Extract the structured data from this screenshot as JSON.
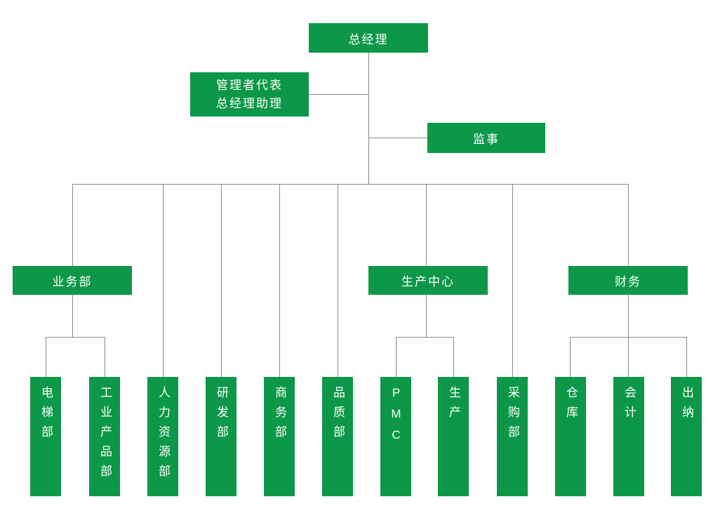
{
  "colors": {
    "node_green": "#0d9748",
    "connector_gray": "#8a8a8a",
    "text_white": "#ffffff",
    "background": "#ffffff"
  },
  "org": {
    "root": {
      "label": "总经理"
    },
    "assistant": {
      "line1": "管理者代表",
      "line2": "总经理助理"
    },
    "supervisor": {
      "label": "监事"
    },
    "level2": [
      {
        "label": "业务部"
      },
      {
        "label": "生产中心"
      },
      {
        "label": "财务"
      }
    ],
    "departments": [
      {
        "label": "电梯部"
      },
      {
        "label": "工业产品部"
      },
      {
        "label": "人力资源部"
      },
      {
        "label": "研发部"
      },
      {
        "label": "商务部"
      },
      {
        "label": "品质部"
      },
      {
        "label": "PMC"
      },
      {
        "label": "生产"
      },
      {
        "label": "采购部"
      },
      {
        "label": "仓库"
      },
      {
        "label": "会计"
      },
      {
        "label": "出纳"
      }
    ]
  }
}
